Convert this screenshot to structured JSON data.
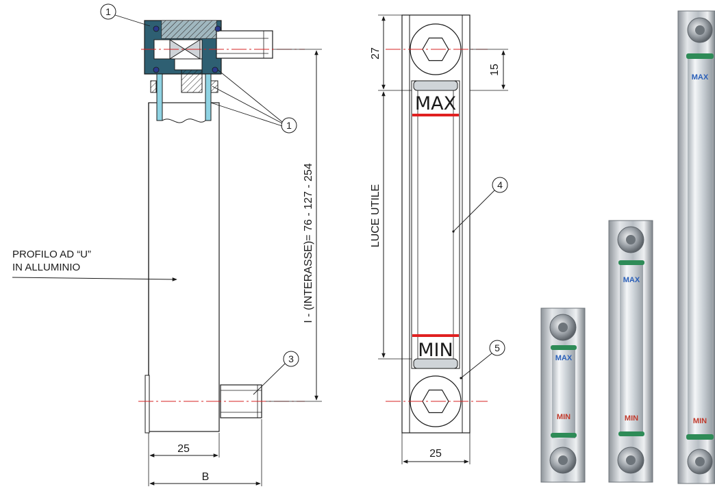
{
  "callouts": {
    "c1_top": "1",
    "c1_side": "1",
    "c3": "3",
    "c4": "4",
    "c5": "5"
  },
  "labels": {
    "profile_line1": "PROFILO AD “U”",
    "profile_line2": "IN ALLUMINIO",
    "interaxis": "I - (INTERASSE)= 76 - 127 - 254",
    "luce_utile": "LUCE UTILE",
    "max": "MAX",
    "min": "MIN"
  },
  "dimensions": {
    "d27": "27",
    "d15": "15",
    "d25_left": "25",
    "d25_front": "25",
    "b": "B"
  },
  "photo": {
    "max_label": "MAX",
    "min_label": "MIN"
  },
  "colors": {
    "line": "#1a1a1a",
    "centerline": "#d62020",
    "steel": "#2e5f72",
    "seal": "#2b3a8c",
    "glass": "#8fd3e3",
    "max_min_bar": "#e02020",
    "aluminium": "#c9ced3",
    "green_ring": "#2e8b57"
  }
}
